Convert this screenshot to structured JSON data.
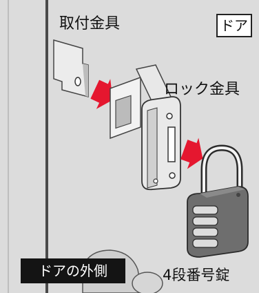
{
  "labels": {
    "mounting_fitting": "取付金具",
    "door": "ドア",
    "lock_fitting": "ロック金具",
    "padlock": "4段番号錠",
    "door_outside": "ドアの外側"
  },
  "colors": {
    "wall": "#dcdcdc",
    "frame_line": "#4a4a4a",
    "arrow": "#e5172f",
    "padlock_body": "#6e6e6e",
    "outside_badge": "#141414"
  },
  "icons": [
    "mounting-bracket-illustration",
    "lock-fitting-illustration",
    "padlock-illustration",
    "door-handle-illustration",
    "red-arrow-icon"
  ]
}
